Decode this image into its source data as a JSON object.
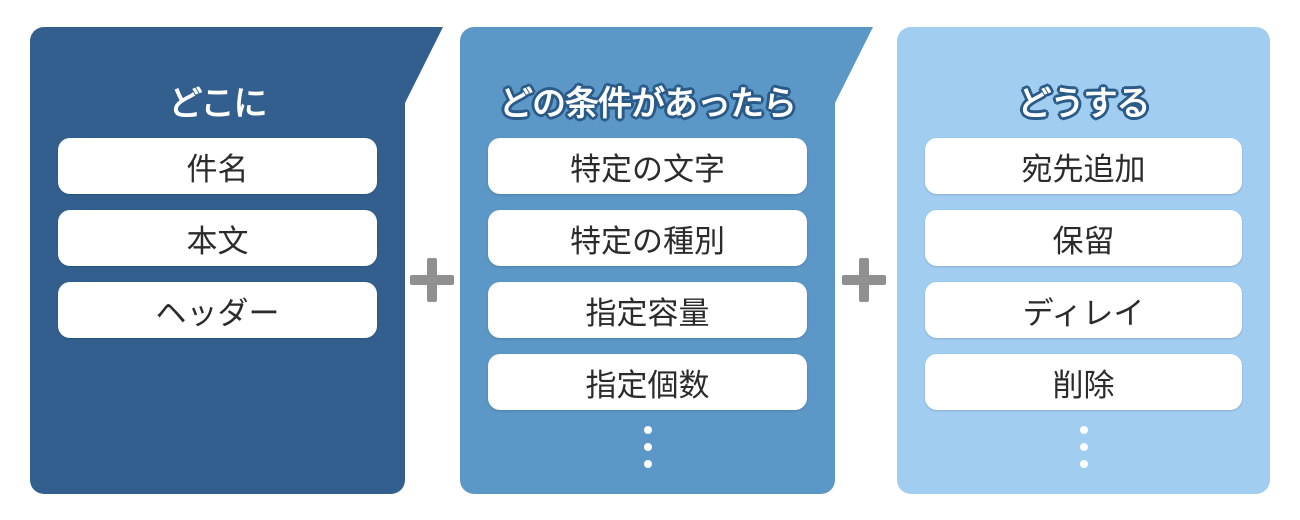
{
  "colors": {
    "panel1": "#335f8e",
    "panel2": "#5b97c7",
    "panel3": "#a1cdf0",
    "plus": "#909090",
    "item_bg": "#ffffff",
    "item_text": "#2b2b2b"
  },
  "panels": [
    {
      "title": "どこに",
      "items": [
        "件名",
        "本文",
        "ヘッダー"
      ],
      "has_more": false
    },
    {
      "title": "どの条件があったら",
      "items": [
        "特定の文字",
        "特定の種別",
        "指定容量",
        "指定個数"
      ],
      "has_more": true
    },
    {
      "title": "どうする",
      "items": [
        "宛先追加",
        "保留",
        "ディレイ",
        "削除"
      ],
      "has_more": true
    }
  ],
  "operators": [
    "plus-icon",
    "plus-icon"
  ]
}
